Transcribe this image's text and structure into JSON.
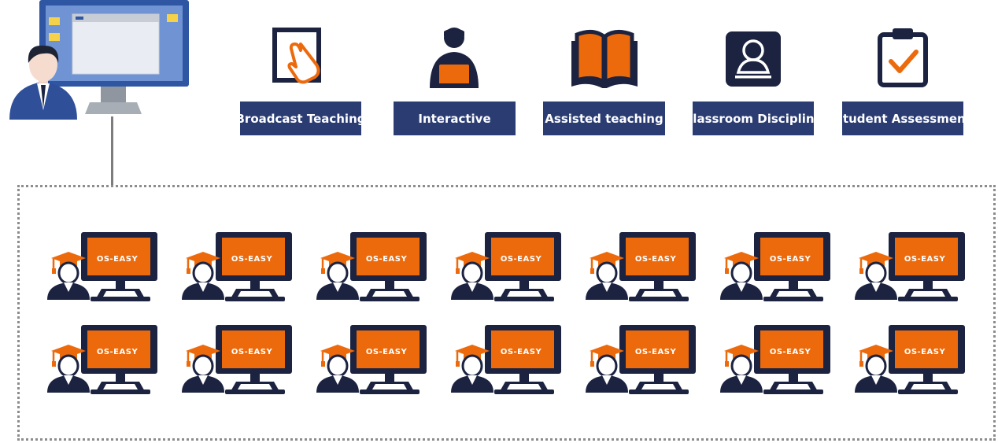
{
  "features": [
    {
      "label": "Broadcast Teaching",
      "icon": "hand-pointer-icon"
    },
    {
      "label": "Interactive",
      "icon": "presenter-laptop-icon"
    },
    {
      "label": "Assisted teaching",
      "icon": "open-book-icon"
    },
    {
      "label": "Classroom Discipline",
      "icon": "user-card-icon"
    },
    {
      "label": "Student Assessment",
      "icon": "clipboard-check-icon"
    }
  ],
  "student_screen_brand": "OS-EASY",
  "student_grid": {
    "rows": 2,
    "columns": 7
  },
  "colors": {
    "navy": "#1c2340",
    "label_bg": "#2b3c72",
    "accent_orange": "#ec6a0c",
    "monitor_blue": "#2e56a3",
    "dotted_border": "#8c8c8c"
  }
}
